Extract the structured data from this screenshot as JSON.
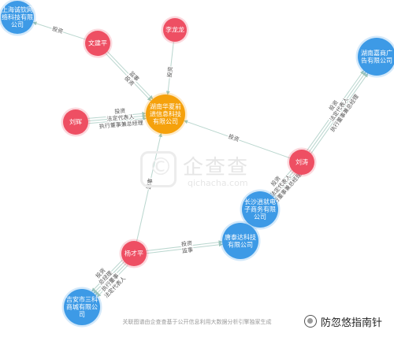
{
  "nodes": [
    {
      "id": "shanghai_chengqin",
      "lines": [
        "上海诚钦网",
        "络科技有限",
        "公司"
      ],
      "kind": "company"
    },
    {
      "id": "wenjianping",
      "lines": [
        "文建平"
      ],
      "kind": "person"
    },
    {
      "id": "lilonglong",
      "lines": [
        "李龙龙"
      ],
      "kind": "person"
    },
    {
      "id": "hunan_huasheng",
      "lines": [
        "湖南华夏前",
        "进信息科技",
        "有限公司"
      ],
      "kind": "target"
    },
    {
      "id": "liuhui",
      "lines": [
        "刘辉"
      ],
      "kind": "person"
    },
    {
      "id": "hunan_jianshang",
      "lines": [
        "湖南嘉商广",
        "告有限公司"
      ],
      "kind": "company"
    },
    {
      "id": "liutao",
      "lines": [
        "刘涛"
      ],
      "kind": "person"
    },
    {
      "id": "changsha_liuhui",
      "lines": [
        "长沙逍就电",
        "子商务有限",
        "公司"
      ],
      "kind": "company"
    },
    {
      "id": "yangcaiping",
      "lines": [
        "杨才平"
      ],
      "kind": "person"
    },
    {
      "id": "tangshengda",
      "lines": [
        "唐泰达科技",
        "有限公司"
      ],
      "kind": "company"
    },
    {
      "id": "jian_sanke",
      "lines": [
        "吉安市三科",
        "商城有限公",
        "司"
      ],
      "kind": "company"
    }
  ],
  "edges": [
    {
      "from": "wenjianping",
      "to": "shanghai_chengqin",
      "labels": [
        "投资"
      ]
    },
    {
      "from": "wenjianping",
      "to": "hunan_huasheng",
      "labels": [
        "监事",
        "投资"
      ]
    },
    {
      "from": "lilonglong",
      "to": "hunan_huasheng",
      "labels": [
        "投资"
      ]
    },
    {
      "from": "liuhui",
      "to": "hunan_huasheng",
      "labels": [
        "投资",
        "法定代表人",
        "执行董事兼总经理"
      ]
    },
    {
      "from": "liutao",
      "to": "hunan_huasheng",
      "labels": [
        "投资"
      ]
    },
    {
      "from": "liutao",
      "to": "hunan_jianshang",
      "labels": [
        "投资",
        "法定代表人",
        "执行董事兼总经理"
      ]
    },
    {
      "from": "liutao",
      "to": "changsha_liuhui",
      "labels": [
        "执行董事兼总经理",
        "法定代表人",
        "投资"
      ]
    },
    {
      "from": "yangcaiping",
      "to": "hunan_huasheng",
      "labels": [
        "监事"
      ]
    },
    {
      "from": "yangcaiping",
      "to": "tangshengda",
      "labels": [
        "投资",
        "监事"
      ]
    },
    {
      "from": "yangcaiping",
      "to": "jian_sanke",
      "labels": [
        "法定代表人",
        "执行董事",
        "总经理",
        "投资"
      ]
    }
  ],
  "colors": {
    "person": "#ee4f63",
    "company": "#3d9ae6",
    "target": "#f5a10c",
    "edge": "#b9d6ce",
    "edge_dark": "#8fb7ab"
  },
  "watermark": {
    "name": "企查查",
    "domain": "qichacha.com"
  },
  "footer": "关联图谱由企查查基于公开信息利用大数据分析引擎独家生成",
  "brand": "防忽悠指南针"
}
